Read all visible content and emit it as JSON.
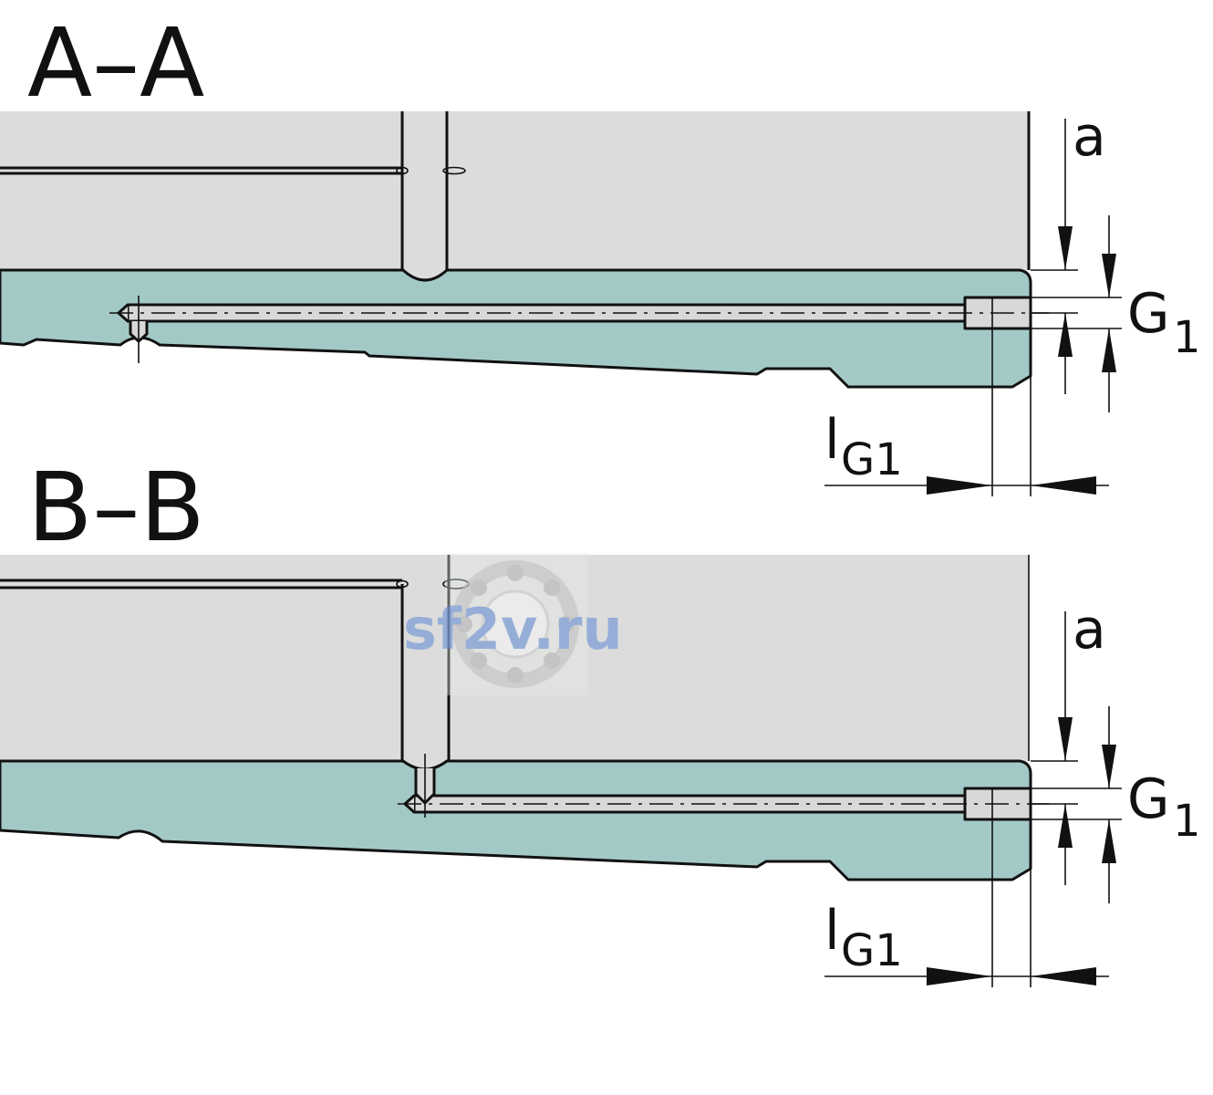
{
  "colors": {
    "housing_fill": "#dcdcdc",
    "rail_fill": "#a3c9c7",
    "bore_fill": "#d8d8d8",
    "line": "#111111",
    "watermark_text": "#7f9fd6"
  },
  "sections": [
    {
      "title": "A–A",
      "dim_a": "a",
      "dim_g": "G",
      "dim_g_sub": "1",
      "dim_l": "l",
      "dim_l_sub": "G1"
    },
    {
      "title": "B–B",
      "dim_a": "a",
      "dim_g": "G",
      "dim_g_sub": "1",
      "dim_l": "l",
      "dim_l_sub": "G1"
    }
  ],
  "watermark": {
    "text": "sf2v.ru",
    "icon": "bearing-icon"
  }
}
